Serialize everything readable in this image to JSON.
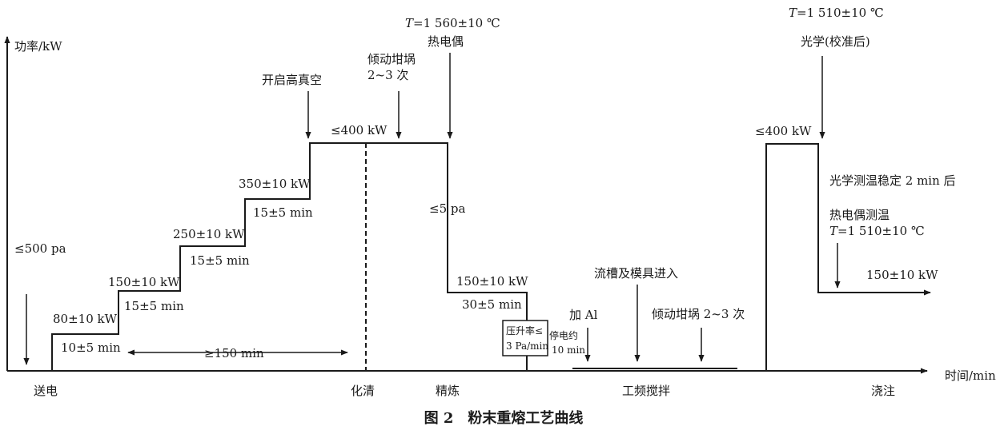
{
  "axes": {
    "y_label": "功率/kW",
    "x_label": "时间/min"
  },
  "stages": {
    "feed_power": "送电",
    "melt_clear": "化清",
    "refining": "精炼",
    "power_freq_stir": "工频搅拌",
    "pouring": "浇注"
  },
  "steps": [
    {
      "power": "80±10 kW",
      "time": "10±5 min"
    },
    {
      "power": "150±10 kW",
      "time": "15±5 min"
    },
    {
      "power": "250±10 kW",
      "time": "15±5 min"
    },
    {
      "power": "350±10 kW",
      "time": "15±5 min"
    }
  ],
  "annotations": {
    "vacuum_start": "≤500 pa",
    "duration": "≥150 min",
    "high_vacuum": "开启高真空",
    "max_power_1": "≤400 kW",
    "tilt_1_line1": "倾动坩埚",
    "tilt_1_line2": "2~3 次",
    "temp_1_T": "T",
    "temp_1_value": "=1 560±10 ℃",
    "thermocouple_1": "热电偶",
    "pressure_limit": "≤5 pa",
    "refine_power": "150±10 kW",
    "refine_time": "30±5 min",
    "pressure_rise_line1": "压升率≤",
    "pressure_rise_line2": "3 Pa/min",
    "power_off_line1": "停电约",
    "power_off_line2": "10 min",
    "add_al": "加 Al",
    "launder_mold": "流槽及模具进入",
    "tilt_2": "倾动坩埚 2~3 次",
    "temp_2_T": "T",
    "temp_2_value": "=1 510±10 ℃",
    "optical_calibrated": "光学(校准后)",
    "max_power_2": "≤400 kW",
    "optical_stable": "光学测温稳定 2 min 后",
    "thermocouple_measure": "热电偶测温",
    "temp_3_T": "T",
    "temp_3_value": "=1 510±10 ℃",
    "pour_power": "150±10 kW"
  },
  "caption": "图 2　粉末重熔工艺曲线"
}
